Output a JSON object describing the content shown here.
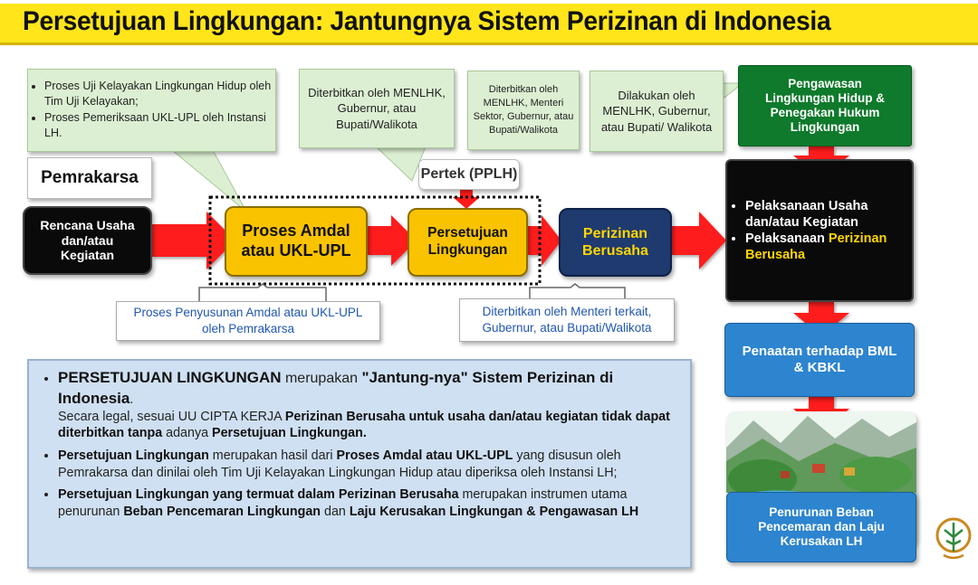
{
  "title": "Persetujuan Lingkungan:  Jantungnya Sistem Perizinan di Indonesia",
  "callouts": {
    "c1_items": [
      "Proses Uji Kelayakan Lingkungan Hidup oleh Tim Uji Kelayakan;",
      "Proses Pemeriksaan UKL-UPL oleh Instansi LH."
    ],
    "c2": "Diterbitkan oleh MENLHK, Gubernur, atau Bupati/Walikota",
    "c3": "Diterbitkan oleh MENLHK, Menteri Sektor, Gubernur, atau Bupati/Walikota",
    "c4": "Dilakukan oleh MENLHK, Gubernur, atau Bupati/ Walikota"
  },
  "labels": {
    "pemrakarsa": "Pemrakarsa",
    "pertek": "Pertek (PPLH)"
  },
  "flow": {
    "rencana": "Rencana Usaha dan/atau Kegiatan",
    "amdal": "Proses Amdal atau UKL-UPL",
    "persetujuan": "Persetujuan Lingkungan",
    "perizinan": "Perizinan Berusaha",
    "pengawasan": "Pengawasan Lingkungan Hidup & Penegakan Hukum Lingkungan",
    "pelaksanaan1": "Pelaksanaan  Usaha dan/atau Kegiatan",
    "pelaksanaan2_a": "Pelaksanaan ",
    "pelaksanaan2_b": "Perizinan Berusaha",
    "penaatan": "Penaatan terhadap BML & KBKL",
    "penurunan": "Penurunan Beban Pencemaran dan Laju Kerusakan LH"
  },
  "notes": {
    "penyusunan": "Proses Penyusunan Amdal atau  UKL-UPL oleh Pemrakarsa",
    "diterbitkan": "Diterbitkan oleh Menteri terkait, Gubernur, atau Bupati/Walikota"
  },
  "info": {
    "b1_a": "PERSETUJUAN LINGKUNGAN",
    "b1_b": " merupakan ",
    "b1_c": "\"Jantung-nya\"",
    "b1_d": " Sistem Perizinan di Indonesia",
    "b1_e": ".",
    "b1_f": "Secara legal, sesuai UU CIPTA KERJA ",
    "b1_g": "Perizinan Berusaha untuk usaha dan/atau kegiatan tidak dapat diterbitkan tanpa",
    "b1_h": " adanya ",
    "b1_i": "Persetujuan Lingkungan.",
    "b2_a": "Persetujuan Lingkungan",
    "b2_b": " merupakan hasil dari ",
    "b2_c": "Proses Amdal atau UKL-UPL",
    "b2_d": " yang disusun oleh Pemrakarsa dan dinilai oleh Tim Uji Kelayakan Lingkungan Hidup atau diperiksa oleh Instansi LH;",
    "b3_a": "Persetujuan Lingkungan yang termuat dalam Perizinan Berusaha",
    "b3_b": " merupakan instrumen utama penurunan ",
    "b3_c": "Beban Pencemaran  Lingkungan",
    "b3_d": " dan ",
    "b3_e": "Laju Kerusakan Lingkungan & Pengawasan LH"
  },
  "colors": {
    "title_bg": "#ffe51a",
    "arrow": "#ff1a1a",
    "yellow_box": "#f9c300",
    "navy_box": "#1f3a6e",
    "green_box": "#0f7a2b",
    "blue_box": "#2d84cf"
  }
}
